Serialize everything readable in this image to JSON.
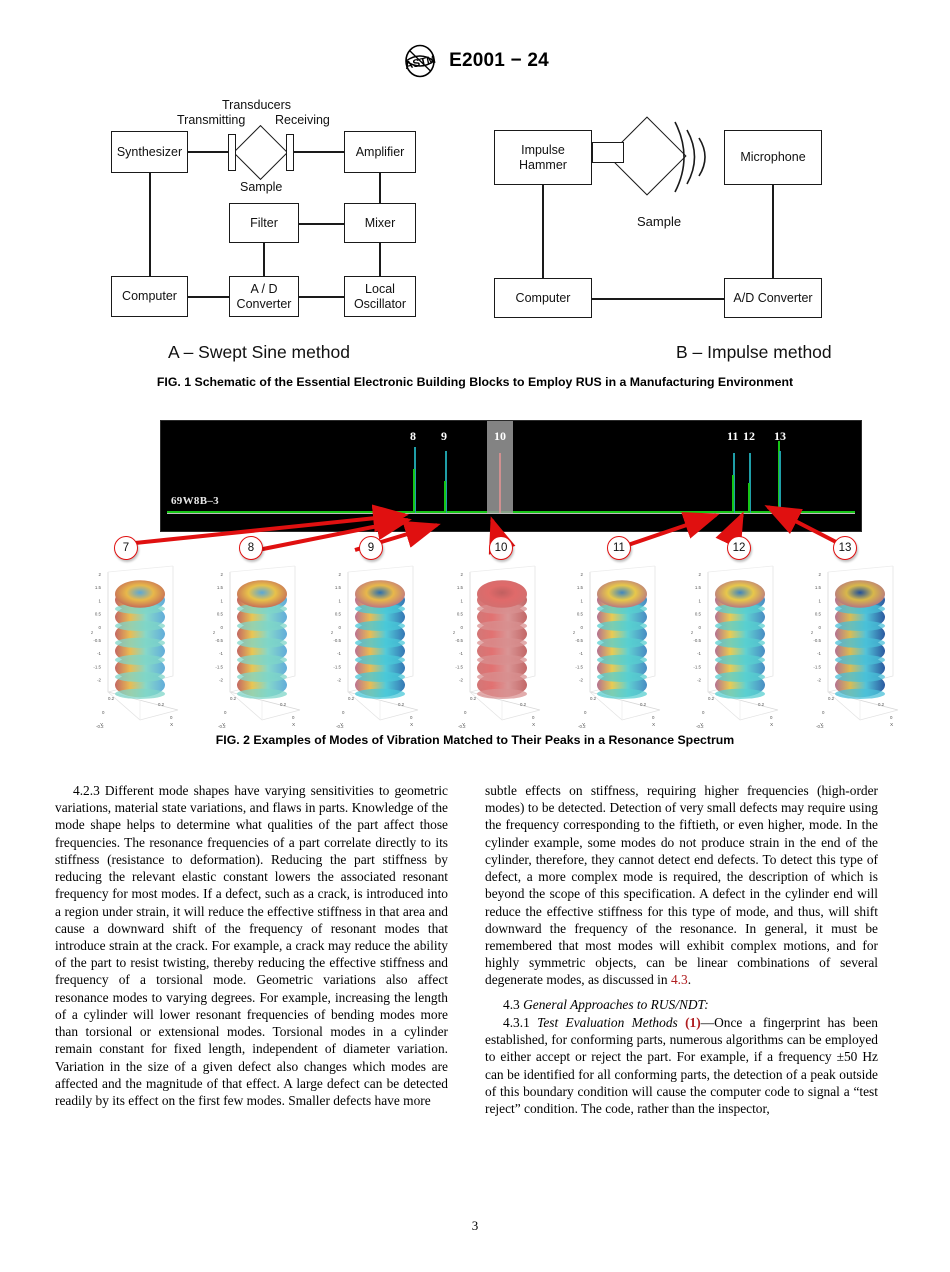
{
  "header": {
    "logo_alt": "ASTM",
    "title": "E2001 − 24"
  },
  "figure1": {
    "caption": "FIG. 1 Schematic of the Essential Electronic Building Blocks to Employ RUS in a Manufacturing Environment",
    "method_a_label": "A – Swept Sine method",
    "method_b_label": "B – Impulse method",
    "diagram_a": {
      "transducers_label": "Transducers",
      "transmitting_label": "Transmitting",
      "receiving_label": "Receiving",
      "sample_label": "Sample",
      "boxes": [
        {
          "id": "synthesizer",
          "label": "Synthesizer"
        },
        {
          "id": "amplifier",
          "label": "Amplifier"
        },
        {
          "id": "filter",
          "label": "Filter"
        },
        {
          "id": "mixer",
          "label": "Mixer"
        },
        {
          "id": "computer",
          "label": "Computer"
        },
        {
          "id": "ad-converter",
          "label": "A / D\nConverter"
        },
        {
          "id": "local-oscillator",
          "label": "Local\nOscillator"
        }
      ]
    },
    "diagram_b": {
      "sample_label": "Sample",
      "boxes": [
        {
          "id": "impulse-hammer",
          "label": "Impulse\nHammer"
        },
        {
          "id": "microphone",
          "label": "Microphone"
        },
        {
          "id": "computer",
          "label": "Computer"
        },
        {
          "id": "ad-converter",
          "label": "A/D Converter"
        }
      ]
    }
  },
  "figure2": {
    "caption": "FIG. 2 Examples of Modes of Vibration Matched to Their Peaks in a Resonance Spectrum",
    "spectrum": {
      "sample_id": "69W8B–3",
      "background_color": "#000000",
      "trace_color": "#17c617",
      "marker_color": "#1f9ea8",
      "peak_labels": [
        "8",
        "9",
        "10",
        "11",
        "12",
        "13"
      ]
    },
    "mode_labels": [
      "7",
      "8",
      "9",
      "10",
      "11",
      "12",
      "13"
    ],
    "axis": {
      "z_ticks": [
        "2",
        "1.5",
        "1",
        "0.5",
        "0",
        "-0.5",
        "-1",
        "-1.5",
        "-2"
      ],
      "xy_ticks": [
        "0.2",
        "0",
        "-0.2"
      ],
      "x_label": "X",
      "y_label": "Y",
      "z_label": "Z"
    }
  },
  "body": {
    "left_column": [
      "4.2.3 Different mode shapes have varying sensitivities to geometric variations, material state variations, and flaws in parts. Knowledge of the mode shape helps to determine what qualities of the part affect those frequencies. The resonance frequencies of a part correlate directly to its stiffness (resistance to deformation). Reducing the part stiffness by reducing the relevant elastic constant lowers the associated resonant frequency for most modes. If a defect, such as a crack, is introduced into a region under strain, it will reduce the effective stiffness in that area and cause a downward shift of the frequency of resonant modes that introduce strain at the crack. For example, a crack may reduce the ability of the part to resist twisting, thereby reducing the effective stiffness and frequency of a torsional mode. Geometric variations also affect resonance modes to varying degrees. For example, increasing the length of a cylinder will lower resonant frequencies of bending modes more than torsional or extensional modes. Torsional modes in a cylinder remain constant for fixed length, independent of diameter variation. Variation in the size of a given defect also changes which modes are affected and the magnitude of that effect. A large defect can be detected readily by its effect on the first few modes. Smaller defects have more"
    ],
    "right_column": {
      "para1_pre": "subtle effects on stiffness, requiring higher frequencies (high-order modes) to be detected. Detection of very small defects may require using the frequency corresponding to the fiftieth, or even higher, mode. In the cylinder example, some modes do not produce strain in the end of the cylinder, therefore, they cannot detect end defects. To detect this type of defect, a more complex mode is required, the description of which is beyond the scope of this specification. A defect in the cylinder end will reduce the effective stiffness for this type of mode, and thus, will shift downward the frequency of the resonance. In general, it must be remembered that most modes will exhibit complex motions, and for highly symmetric objects, can be linear combinations of several degenerate modes, as discussed in ",
      "para1_link": "4.3",
      "para1_post": ".",
      "heading_num": "4.3",
      "heading_text": "General Approaches to RUS/NDT:",
      "para2_num": "4.3.1",
      "para2_title": "Test Evaluation Methods",
      "para2_ref_open": "(",
      "para2_ref": "1",
      "para2_ref_close": ")",
      "para2_text": "—Once a fingerprint has been established, for conforming parts, numerous algorithms can be employed to either accept or reject the part. For example, if a frequency ±50 Hz can be identified for all conforming parts, the detection of a peak outside of this boundary condition will cause the computer code to signal a “test reject” condition. The code, rather than the inspector,"
    }
  },
  "footer": {
    "page_number": "3"
  },
  "colors": {
    "link": "#b01e20",
    "arrow": "#e01010",
    "spectrum_bg": "#000000"
  }
}
